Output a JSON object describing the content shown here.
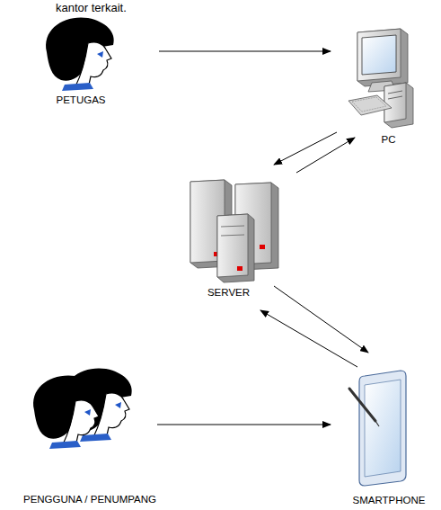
{
  "diagram": {
    "nodes": [
      {
        "text": [
          "PETUGAS"
        ]
      },
      {
        "text": [
          "PC"
        ]
      },
      {
        "text": [
          "SERVER"
        ]
      },
      {
        "text": [
          "PENGGUNA / PENUMPANG"
        ]
      },
      {
        "text": [
          "SMARTPHONE"
        ]
      }
    ],
    "edges": [
      {
        "from": 0,
        "to": 1,
        "arrow": "to"
      },
      {
        "from": 1,
        "to": 2,
        "arrow": "to"
      },
      {
        "from": 2,
        "to": 1,
        "arrow": "to"
      },
      {
        "from": 2,
        "to": 4,
        "arrow": "to"
      },
      {
        "from": 4,
        "to": 2,
        "arrow": "to"
      },
      {
        "from": 3,
        "to": 4,
        "arrow": "to"
      }
    ],
    "labels": [
      "kantor terkait."
    ]
  }
}
